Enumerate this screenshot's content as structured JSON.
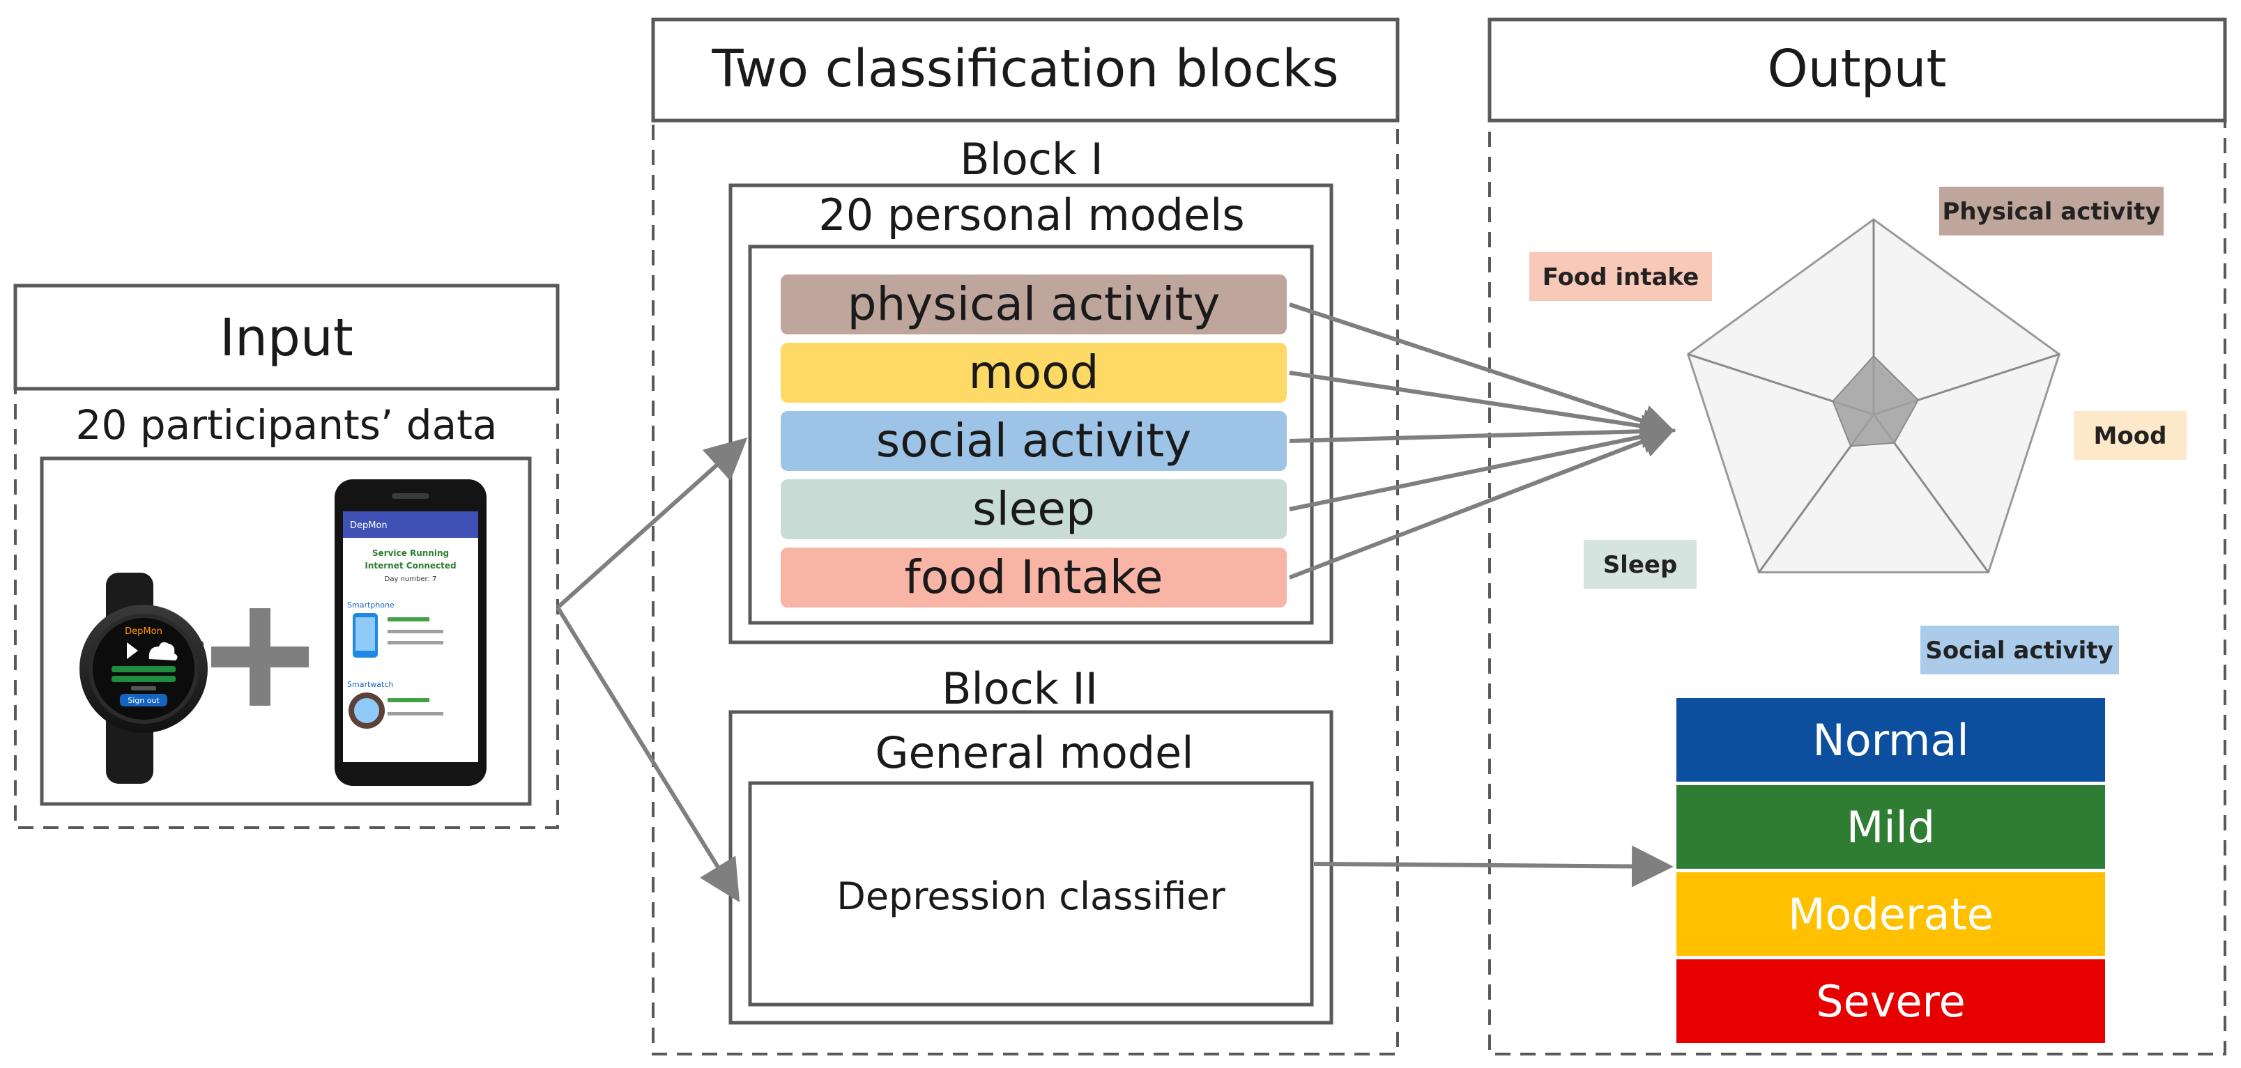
{
  "input": {
    "header": "Input",
    "subtitle": "20 participants’ data",
    "plus_symbol": "+"
  },
  "classification": {
    "header": "Two classification blocks",
    "block1": {
      "label": "Block I",
      "subtitle": "20 personal models",
      "models": [
        {
          "label": "physical activity",
          "color": "#bfa69c"
        },
        {
          "label": "mood",
          "color": "#ffd966"
        },
        {
          "label": "social activity",
          "color": "#9dc3e6"
        },
        {
          "label": "sleep",
          "color": "#c9dbd5"
        },
        {
          "label": "food Intake",
          "color": "#f8b4a5"
        }
      ]
    },
    "block2": {
      "label": "Block II",
      "subtitle": "General model",
      "classifier": "Depression classifier"
    }
  },
  "output": {
    "header": "Output",
    "radar_labels": {
      "physical": {
        "text": "Physical activity",
        "color": "#bfa69c"
      },
      "food": {
        "text": "Food intake",
        "color": "#f8c8b8"
      },
      "mood": {
        "text": "Mood",
        "color": "#fde9c9"
      },
      "sleep": {
        "text": "Sleep",
        "color": "#d5e4de"
      },
      "social": {
        "text": "Social activity",
        "color": "#aacbea"
      }
    },
    "severity": [
      {
        "label": "Normal",
        "color": "#0b4f9e"
      },
      {
        "label": "Mild",
        "color": "#2e7d32"
      },
      {
        "label": "Moderate",
        "color": "#ffc000"
      },
      {
        "label": "Severe",
        "color": "#e60000"
      }
    ]
  },
  "phone_app": {
    "title": "DepMon",
    "status_lines": [
      "Service Running",
      "Internet Connected"
    ],
    "day_text": "Day number: 7",
    "sections": [
      "Smartphone",
      "Smartwatch"
    ]
  },
  "watch_app": {
    "button": "Sign out"
  }
}
